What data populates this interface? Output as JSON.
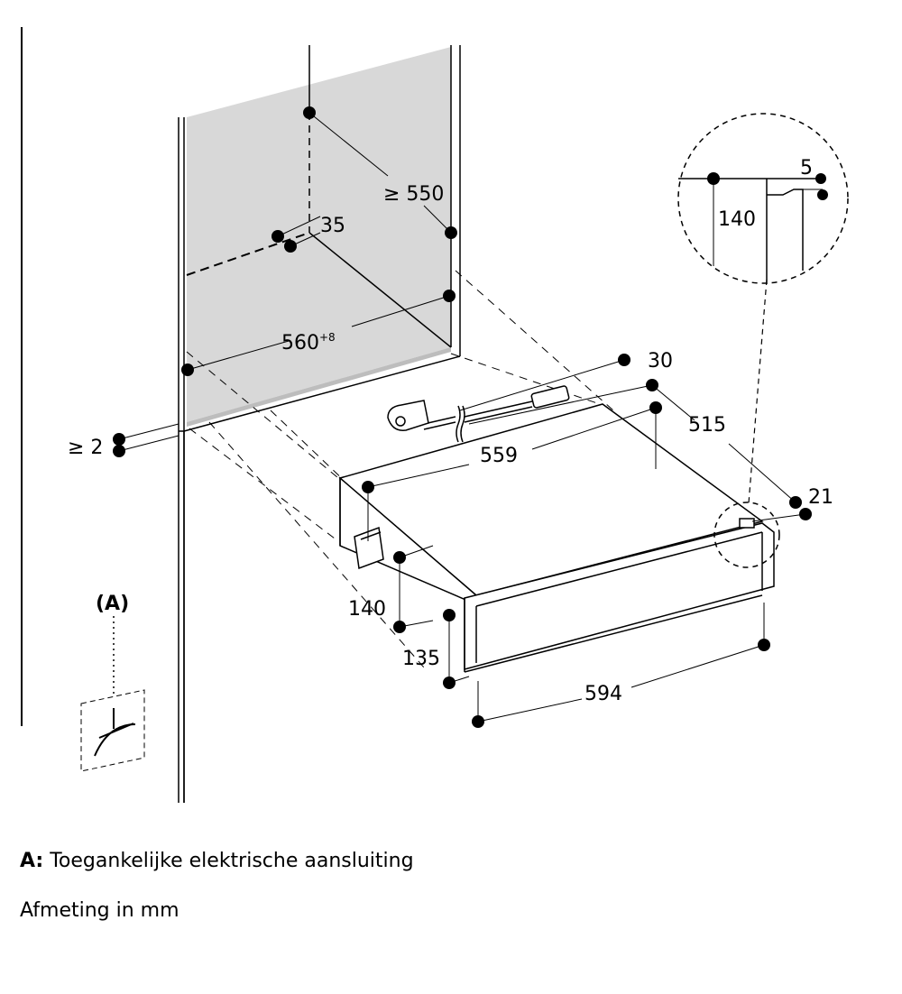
{
  "diagram": {
    "dimensions": {
      "niche_depth": "≥ 550",
      "niche_offset": "35",
      "niche_width": "560",
      "niche_width_tolerance": "+8",
      "gap": "≥ 2",
      "cable_depth": "30",
      "appliance_depth": "515",
      "appliance_width": "559",
      "front_offset": "21",
      "appliance_height": "140",
      "front_height": "135",
      "front_width": "594"
    },
    "detail": {
      "top_offset": "5",
      "height": "140"
    },
    "connection_marker": "(A)"
  },
  "legend": {
    "a_key": "A:",
    "a_text": "Toegankelijke elektrische aansluiting",
    "units": "Afmeting in mm"
  }
}
